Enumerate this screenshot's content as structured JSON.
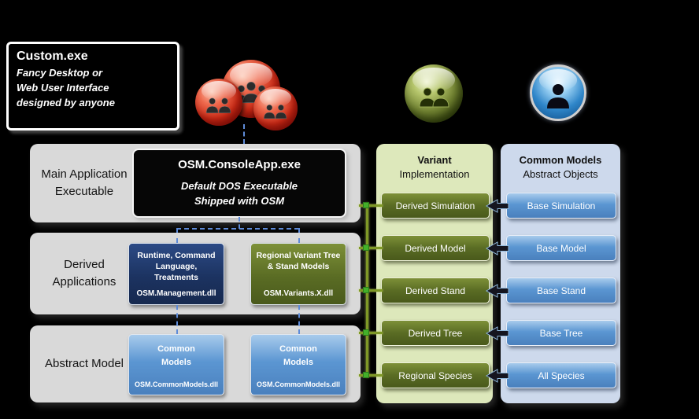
{
  "custom_box": {
    "title": "Custom.exe",
    "lines": [
      "Fancy Desktop or",
      "Web User Interface",
      "designed by anyone"
    ]
  },
  "rows": {
    "main": {
      "label": "Main Application Executable",
      "exe": {
        "title": "OSM.ConsoleApp.exe",
        "lines": [
          "Default DOS Executable",
          "Shipped with OSM"
        ]
      }
    },
    "derived": {
      "label": "Derived Applications",
      "boxes": [
        {
          "title": "Runtime, Command Language, Treatments",
          "dll": "OSM.Management.dll"
        },
        {
          "title": "Regional Variant Tree & Stand Models",
          "dll": "OSM.Variants.X.dll"
        }
      ]
    },
    "abstract": {
      "label": "Abstract Model",
      "boxes": [
        {
          "title": "Common Models",
          "dll": "OSM.CommonModels.dll"
        },
        {
          "title": "Common Models",
          "dll": "OSM.CommonModels.dll"
        }
      ]
    }
  },
  "variant_column": {
    "title": "Variant",
    "subtitle": "Implementation",
    "items": [
      "Derived Simulation",
      "Derived Model",
      "Derived Stand",
      "Derived Tree",
      "Regional Species"
    ]
  },
  "common_column": {
    "title": "Common Models",
    "subtitle": "Abstract Objects",
    "items": [
      "Base Simulation",
      "Base Model",
      "Base Stand",
      "Base Tree",
      "All Species"
    ]
  },
  "icons": {
    "red": "users-group-red-icon",
    "green": "users-pair-green-icon",
    "blue": "user-blue-icon"
  },
  "colors": {
    "background": "#000000",
    "gray_row": "#d9d9d9",
    "navy_box": "#1c3361",
    "olive_box": "#5a6c24",
    "blue_box": "#5b96d2",
    "variant_column_bg": "#dde8bb",
    "common_column_bg": "#cdd9ec",
    "connector_green": "#7f9926",
    "connector_square": "#43b02a",
    "dashed_blue": "#5e8bd8"
  }
}
